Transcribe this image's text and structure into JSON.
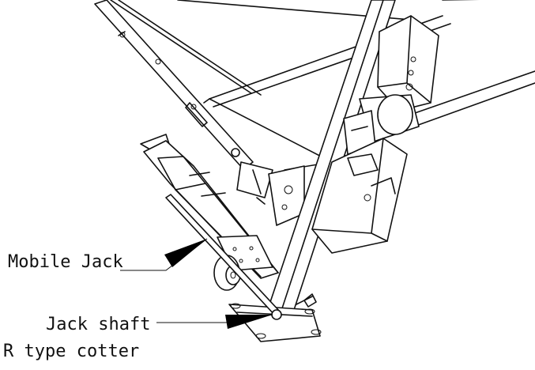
{
  "labels": {
    "mobile_jack": "Mobile Jack",
    "jack_shaft": "Jack shaft",
    "r_type_cotter": "R type cotter"
  },
  "colors": {
    "line": "#111111",
    "background": "#ffffff",
    "arrow": "#000000"
  }
}
